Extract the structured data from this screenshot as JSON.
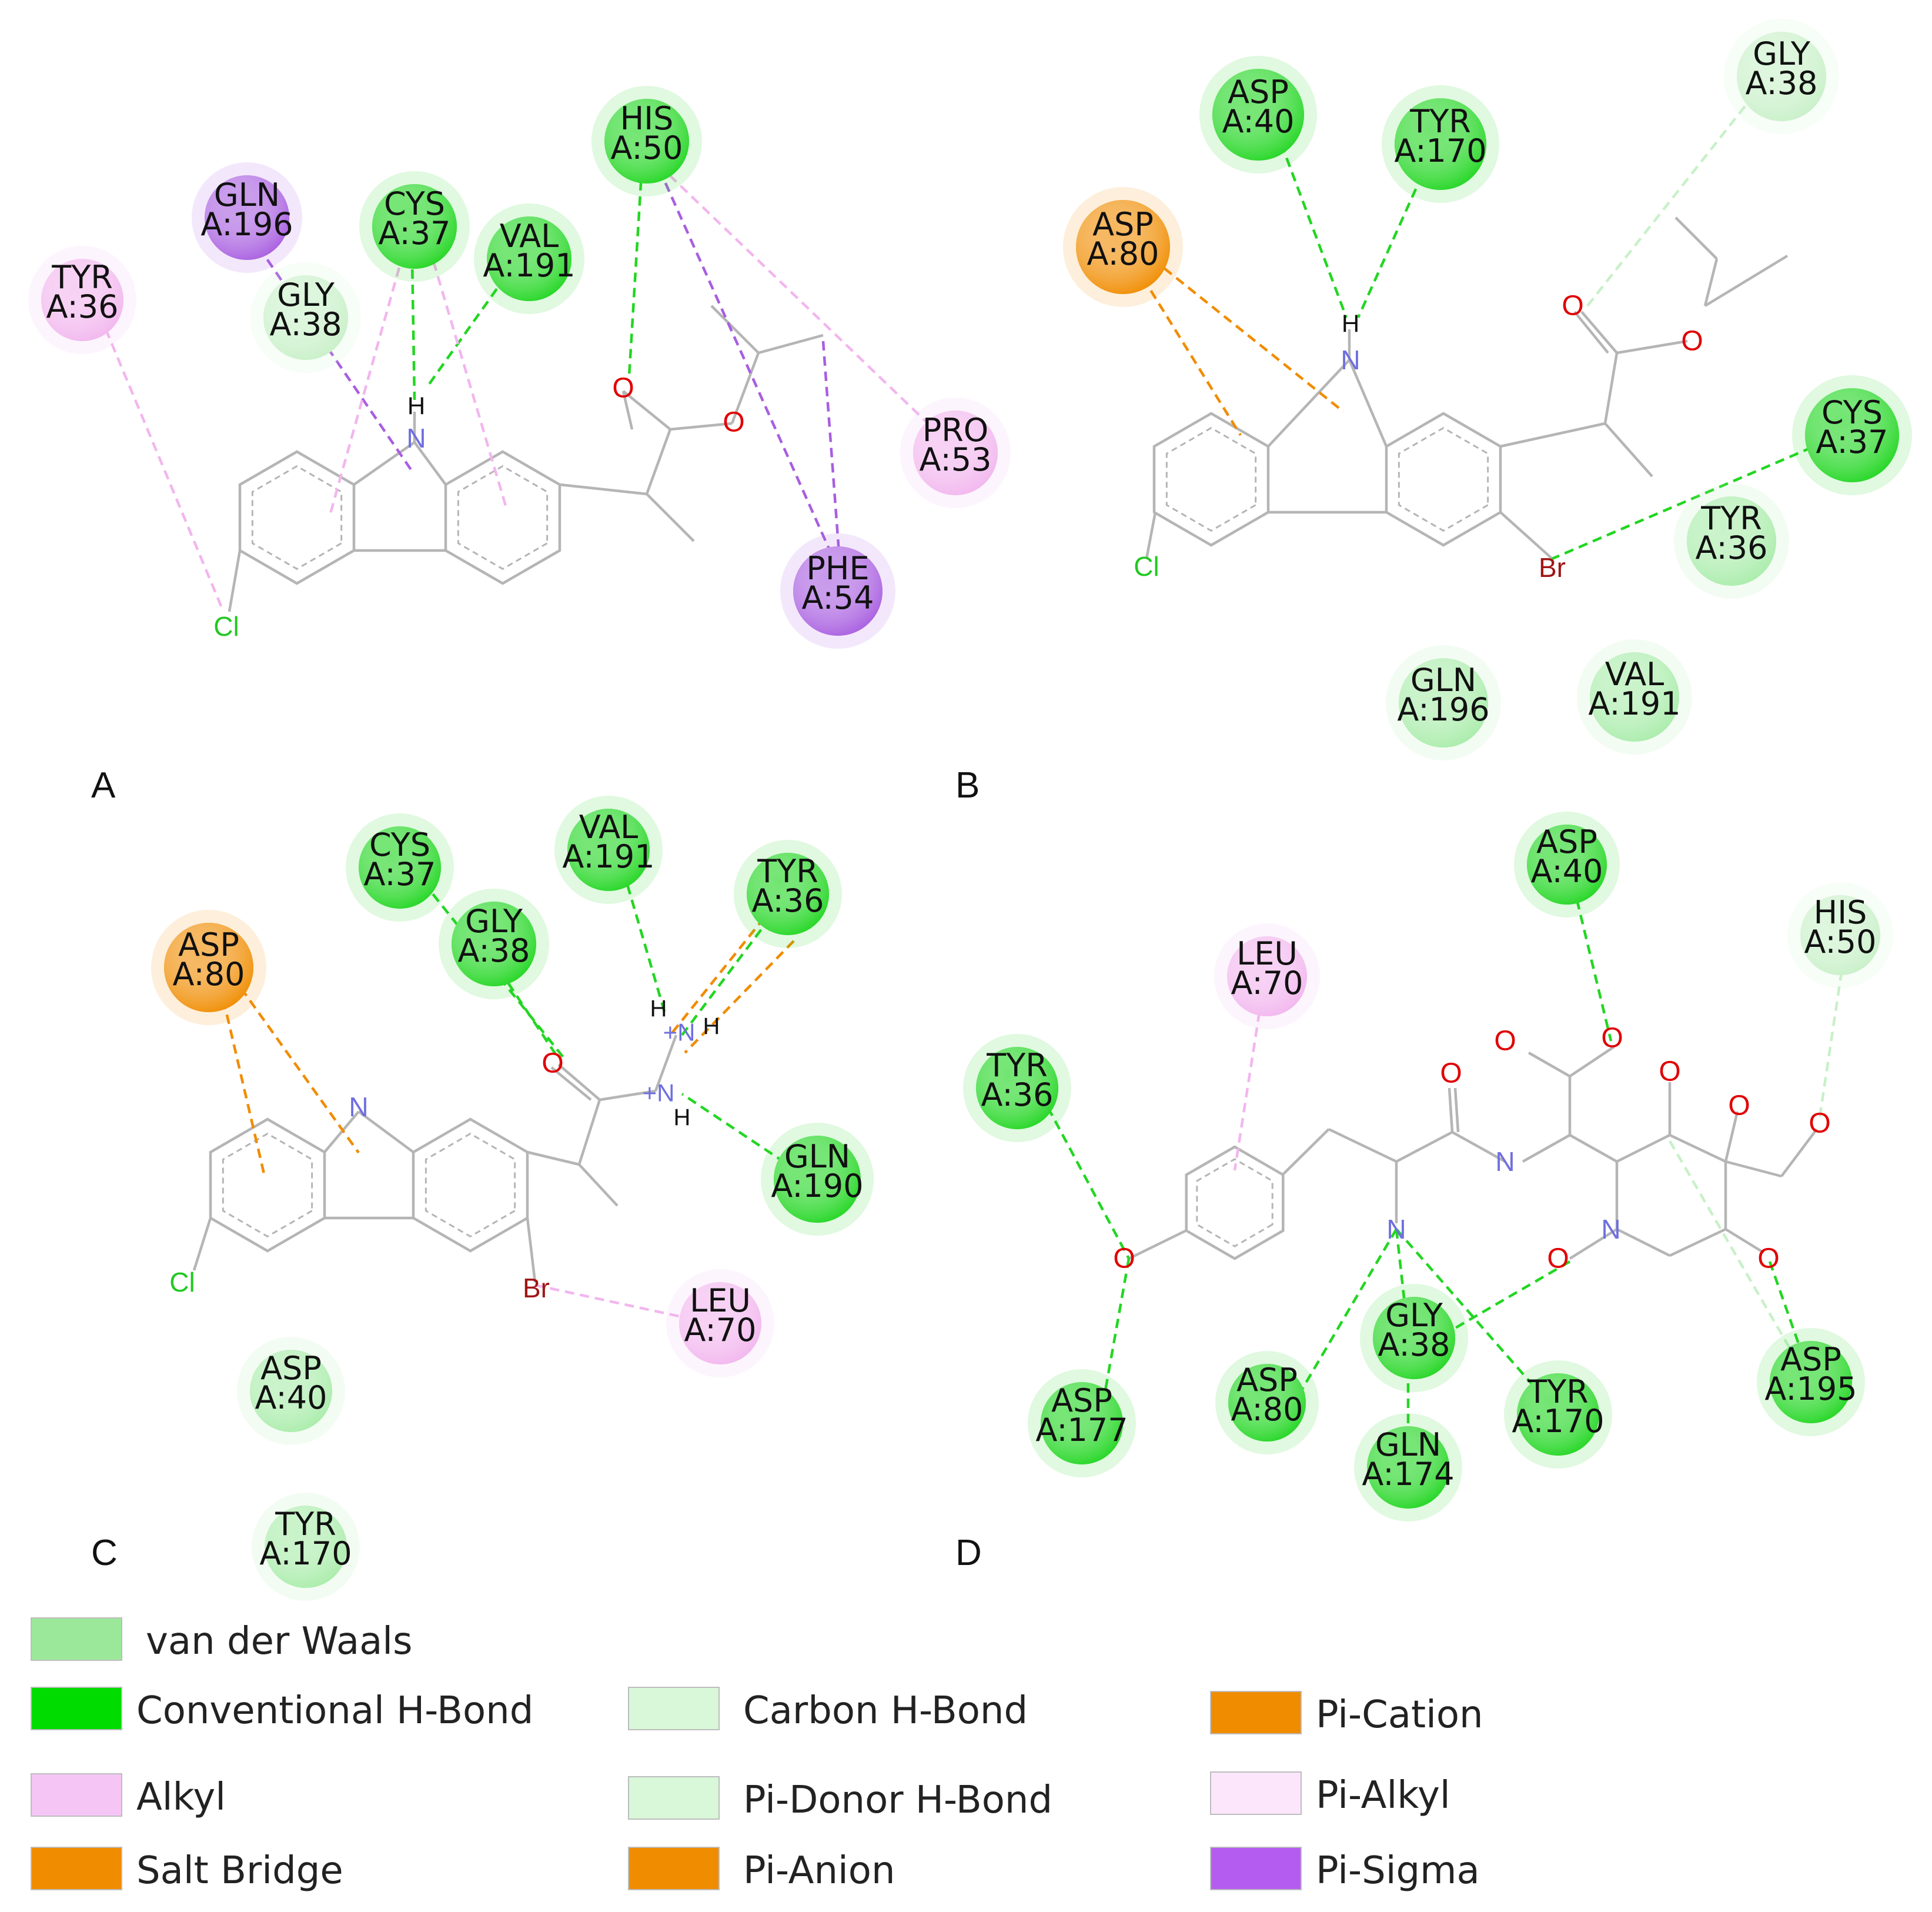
{
  "panels": [
    {
      "label": "A",
      "residues": [
        {
          "name": "TYR",
          "chain": "A:36",
          "type": "Alkyl"
        },
        {
          "name": "GLN",
          "chain": "A:196",
          "type": "Pi-Sigma"
        },
        {
          "name": "GLY",
          "chain": "A:38",
          "type": "Carbon H-Bond"
        },
        {
          "name": "CYS",
          "chain": "A:37",
          "type": "Conventional H-Bond"
        },
        {
          "name": "VAL",
          "chain": "A:191",
          "type": "Conventional H-Bond"
        },
        {
          "name": "HIS",
          "chain": "A:50",
          "type": "Conventional H-Bond"
        },
        {
          "name": "PRO",
          "chain": "A:53",
          "type": "Alkyl"
        },
        {
          "name": "PHE",
          "chain": "A:54",
          "type": "Pi-Sigma"
        }
      ],
      "atoms": [
        "H",
        "N",
        "O",
        "O",
        "Cl"
      ]
    },
    {
      "label": "B",
      "residues": [
        {
          "name": "ASP",
          "chain": "A:40",
          "type": "Conventional H-Bond"
        },
        {
          "name": "TYR",
          "chain": "A:170",
          "type": "Conventional H-Bond"
        },
        {
          "name": "GLY",
          "chain": "A:38",
          "type": "Carbon H-Bond"
        },
        {
          "name": "ASP",
          "chain": "A:80",
          "type": "Salt Bridge"
        },
        {
          "name": "CYS",
          "chain": "A:37",
          "type": "Conventional H-Bond"
        },
        {
          "name": "TYR",
          "chain": "A:36",
          "type": "van der Waals"
        },
        {
          "name": "GLN",
          "chain": "A:196",
          "type": "van der Waals"
        },
        {
          "name": "VAL",
          "chain": "A:191",
          "type": "van der Waals"
        }
      ],
      "atoms": [
        "H",
        "N",
        "O",
        "O",
        "Cl",
        "Br"
      ]
    },
    {
      "label": "C",
      "residues": [
        {
          "name": "CYS",
          "chain": "A:37",
          "type": "Conventional H-Bond"
        },
        {
          "name": "VAL",
          "chain": "A:191",
          "type": "Conventional H-Bond"
        },
        {
          "name": "TYR",
          "chain": "A:36",
          "type": "Conventional H-Bond"
        },
        {
          "name": "GLY",
          "chain": "A:38",
          "type": "Conventional H-Bond"
        },
        {
          "name": "ASP",
          "chain": "A:80",
          "type": "Salt Bridge"
        },
        {
          "name": "GLN",
          "chain": "A:190",
          "type": "Conventional H-Bond"
        },
        {
          "name": "LEU",
          "chain": "A:70",
          "type": "Alkyl"
        },
        {
          "name": "ASP",
          "chain": "A:40",
          "type": "van der Waals"
        },
        {
          "name": "TYR",
          "chain": "A:170",
          "type": "van der Waals"
        }
      ],
      "atoms": [
        "N",
        "O",
        "+N",
        "+N",
        "H",
        "H",
        "H",
        "H",
        "Cl",
        "Br"
      ]
    },
    {
      "label": "D",
      "residues": [
        {
          "name": "ASP",
          "chain": "A:40",
          "type": "Conventional H-Bond"
        },
        {
          "name": "HIS",
          "chain": "A:50",
          "type": "Carbon H-Bond"
        },
        {
          "name": "LEU",
          "chain": "A:70",
          "type": "Pi-Alkyl"
        },
        {
          "name": "TYR",
          "chain": "A:36",
          "type": "Conventional H-Bond"
        },
        {
          "name": "GLY",
          "chain": "A:38",
          "type": "Conventional H-Bond"
        },
        {
          "name": "ASP",
          "chain": "A:177",
          "type": "Conventional H-Bond"
        },
        {
          "name": "ASP",
          "chain": "A:80",
          "type": "Conventional H-Bond"
        },
        {
          "name": "TYR",
          "chain": "A:170",
          "type": "Conventional H-Bond"
        },
        {
          "name": "GLN",
          "chain": "A:174",
          "type": "Conventional H-Bond"
        },
        {
          "name": "ASP",
          "chain": "A:195",
          "type": "Conventional H-Bond"
        }
      ],
      "atoms": [
        "O",
        "O",
        "O",
        "O",
        "O",
        "O",
        "O",
        "O",
        "O",
        "N",
        "N",
        "N"
      ]
    }
  ],
  "legend": [
    {
      "label": "van der Waals",
      "color": "#9be89b"
    },
    {
      "label": "Conventional H-Bond",
      "color": "#00dc00"
    },
    {
      "label": "Carbon H-Bond",
      "color": "#d9f7d9"
    },
    {
      "label": "Pi-Cation",
      "color": "#f08c00"
    },
    {
      "label": "Alkyl",
      "color": "#f5c6f5"
    },
    {
      "label": "Pi-Donor H-Bond",
      "color": "#d9f7d9"
    },
    {
      "label": "Pi-Alkyl",
      "color": "#fbe6fb"
    },
    {
      "label": "Salt Bridge",
      "color": "#f08c00"
    },
    {
      "label": "Pi-Anion",
      "color": "#f08c00"
    },
    {
      "label": "Pi-Sigma",
      "color": "#b45cf0"
    }
  ],
  "colors": {
    "van der Waals": "#9be89b",
    "Conventional H-Bond": "#1fd61f",
    "Carbon H-Bond": "#d9f7d9",
    "Salt Bridge": "#f08c00",
    "Alkyl": "#f5c6f5",
    "Pi-Alkyl": "#fbe6fb",
    "Pi-Sigma": "#a85ee0",
    "bond": "#b5b5b5",
    "oxygen": "#e00000",
    "nitrogen": "#6f6fe0",
    "chlorine": "#22c822",
    "bromine": "#a01515"
  }
}
